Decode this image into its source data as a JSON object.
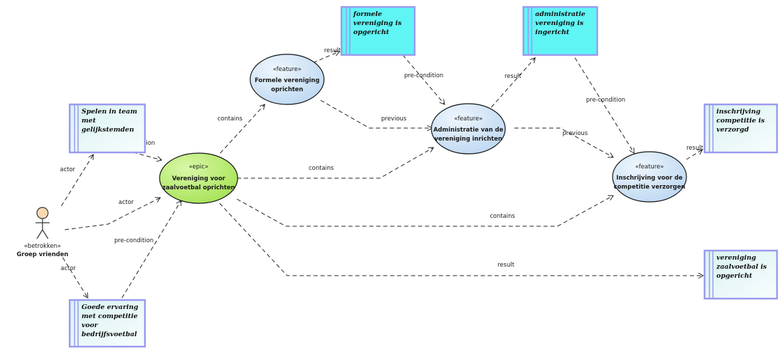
{
  "colors": {
    "box_border": "#9a9aee",
    "box_fill_light": "#e6f7f7",
    "box_fill_cyan": "#5ff5f5",
    "epic_fill": "#b7ec6d",
    "feature_fill": "#cfe3f6",
    "actor_fill": "#f7d9b4",
    "line": "#222222"
  },
  "requirements": {
    "spelen": [
      "Spelen in team",
      "met",
      "gelijkstemden"
    ],
    "ervaring": [
      "Goede ervaring",
      "met competitie",
      "voor",
      "bedrijfsvoetbal"
    ],
    "formele": [
      "formele",
      "vereniging is",
      "opgericht"
    ],
    "administratie": [
      "administratie",
      "vereniging is",
      "ingericht"
    ],
    "inschrijving": [
      "inschrijving",
      "competitie is",
      "verzorgd"
    ],
    "opgericht": [
      "vereniging",
      "zaalvoetbal is",
      "opgericht"
    ]
  },
  "ellipses": {
    "epic": {
      "stereotype": "«epic»",
      "name": [
        "Vereniging voor",
        "zaalvoetbal oprichten"
      ]
    },
    "f1": {
      "stereotype": "«feature»",
      "name": [
        "Formele vereniging",
        "oprichten"
      ]
    },
    "f2": {
      "stereotype": "«feature»",
      "name": [
        "Administratie van de",
        "vereniging inrichten"
      ]
    },
    "f3": {
      "stereotype": "«feature»",
      "name": [
        "Inschrijving voor de",
        "competitie verzorgen"
      ]
    }
  },
  "actor": {
    "stereotype": "«betrokken»",
    "name": "Groep vrienden"
  },
  "connector_labels": {
    "actor_to_spelen": "actor",
    "actor_to_epic": "actor",
    "actor_to_ervaring": "actor",
    "spelen_to_epic": "pre-condition",
    "ervaring_to_epic": "pre-condition",
    "epic_to_f1": "contains",
    "epic_to_f2": "contains",
    "epic_to_f3": "contains",
    "epic_to_opgericht": "result",
    "f1_to_formele": "result",
    "formele_to_f2": "pre-condition",
    "f1_to_f2": "previous",
    "f2_to_administratie": "result",
    "administratie_to_f3": "pre-condition",
    "f2_to_f3": "previous",
    "f3_to_inschrijving": "result"
  }
}
